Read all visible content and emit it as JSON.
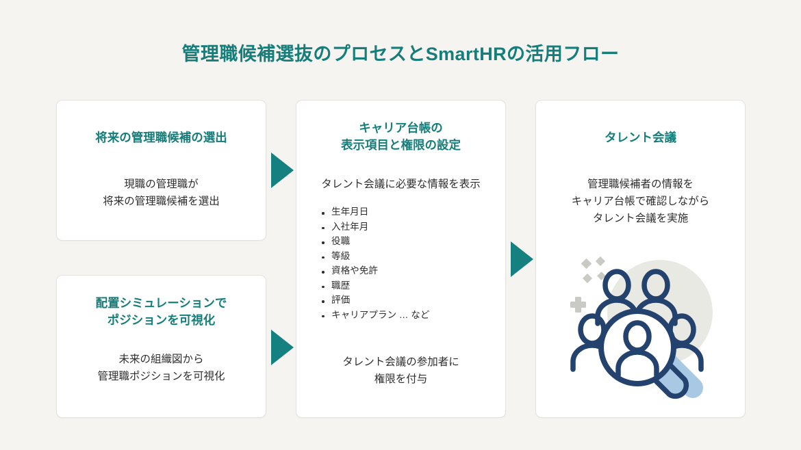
{
  "page": {
    "title": "管理職候補選抜のプロセスとSmartHRの活用フロー",
    "background_color": "#f5f4f1",
    "accent_color": "#157e7a",
    "arrow_color": "#148080",
    "body_text_color": "#2e2e2e"
  },
  "cards": {
    "select_candidates": {
      "title": "将来の管理職候補の選出",
      "body": "現職の管理職が\n将来の管理職候補を選出"
    },
    "placement_simulation": {
      "title": "配置シミュレーションで\nポジションを可視化",
      "body": "未来の組織図から\n管理職ポジションを可視化"
    },
    "career_ledger": {
      "title": "キャリア台帳の\n表示項目と権限の設定",
      "subtitle": "タレント会議に必要な情報を表示",
      "items": [
        "生年月日",
        "入社年月",
        "役職",
        "等級",
        "資格や免許",
        "職歴",
        "評価",
        "キャリアプラン … など"
      ],
      "footer": "タレント会議の参加者に\n権限を付与"
    },
    "talent_meeting": {
      "title": "タレント会議",
      "body": "管理職候補者の情報を\nキャリア台帳で確認しながら\nタレント会議を実施",
      "illustration": {
        "name": "people-search-illustration",
        "figure_color": "#24426e",
        "lens_handle_color": "#a8c8e4",
        "backdrop_color": "#e8e8e3",
        "sparkle_color": "#c9c9c4"
      }
    }
  },
  "arrows": [
    {
      "name": "arrow-select-to-ledger",
      "direction": "right"
    },
    {
      "name": "arrow-simulation-to-ledger",
      "direction": "right"
    },
    {
      "name": "arrow-ledger-to-meeting",
      "direction": "right"
    }
  ]
}
